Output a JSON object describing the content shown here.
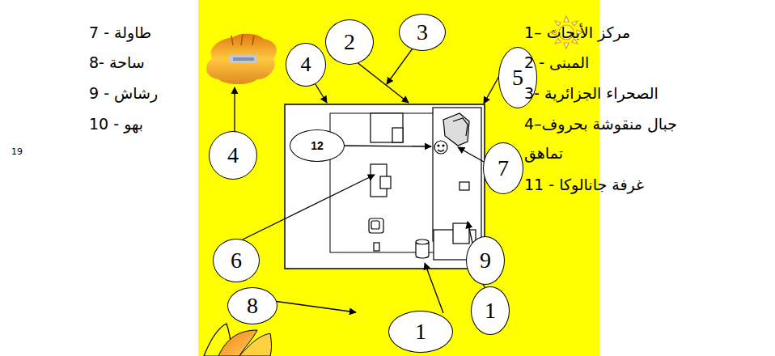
{
  "diagram": {
    "nodes": [
      {
        "text": [
          "4"
        ]
      },
      {
        "text": [
          "2"
        ]
      },
      {
        "text": [
          "3"
        ]
      },
      {
        "text": [
          "5"
        ]
      },
      {
        "text": [
          "4"
        ]
      },
      {
        "text": [
          "12"
        ]
      },
      {
        "text": [
          "7"
        ]
      },
      {
        "text": [
          "6"
        ]
      },
      {
        "text": [
          "9"
        ]
      },
      {
        "text": [
          "8"
        ]
      },
      {
        "text": [
          "1"
        ]
      },
      {
        "text": [
          "1"
        ]
      }
    ],
    "labels": [
      "1– مركز الأبحاث",
      "2 - المبنى",
      "3- الصحراء الجزائرية",
      "4–جبال منقوشة بحروف تماهق",
      "11 - غرفة جانالوكا",
      "7 - طاولة",
      "8- ساحة",
      "9 - رشاش",
      "10 - بهو",
      "19"
    ]
  }
}
